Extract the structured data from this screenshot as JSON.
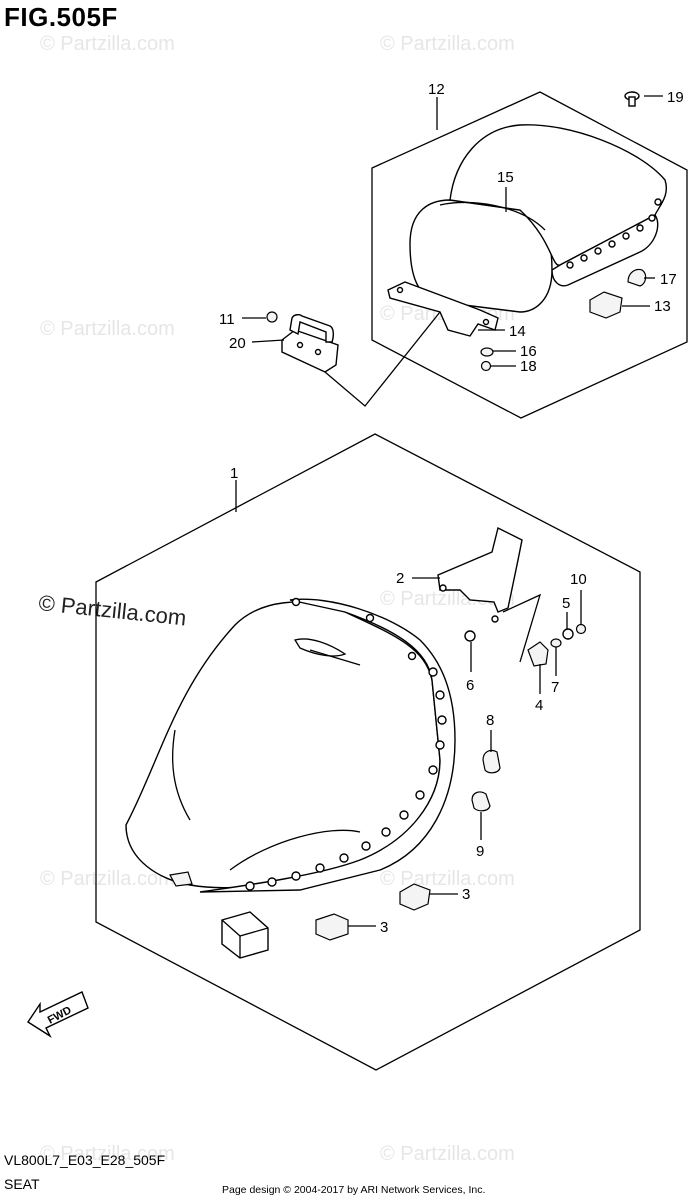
{
  "figure": {
    "title": "FIG.505F",
    "code": "VL800L7_E03_E28_505F",
    "name": "SEAT",
    "copyright": "Page design © 2004-2017 by ARI Network Services, Inc."
  },
  "watermarks": {
    "primary": "© Partzilla.com",
    "faded": "© Partzilla.com"
  },
  "fwd_label": "FWD",
  "callouts": [
    {
      "id": "c1",
      "label": "1"
    },
    {
      "id": "c2",
      "label": "2"
    },
    {
      "id": "c3a",
      "label": "3"
    },
    {
      "id": "c3b",
      "label": "3"
    },
    {
      "id": "c4",
      "label": "4"
    },
    {
      "id": "c5",
      "label": "5"
    },
    {
      "id": "c6",
      "label": "6"
    },
    {
      "id": "c7",
      "label": "7"
    },
    {
      "id": "c8",
      "label": "8"
    },
    {
      "id": "c9",
      "label": "9"
    },
    {
      "id": "c10",
      "label": "10"
    },
    {
      "id": "c11",
      "label": "11"
    },
    {
      "id": "c12",
      "label": "12"
    },
    {
      "id": "c13",
      "label": "13"
    },
    {
      "id": "c14",
      "label": "14"
    },
    {
      "id": "c15",
      "label": "15"
    },
    {
      "id": "c16",
      "label": "16"
    },
    {
      "id": "c17",
      "label": "17"
    },
    {
      "id": "c18",
      "label": "18"
    },
    {
      "id": "c19",
      "label": "19"
    },
    {
      "id": "c20",
      "label": "20"
    }
  ]
}
